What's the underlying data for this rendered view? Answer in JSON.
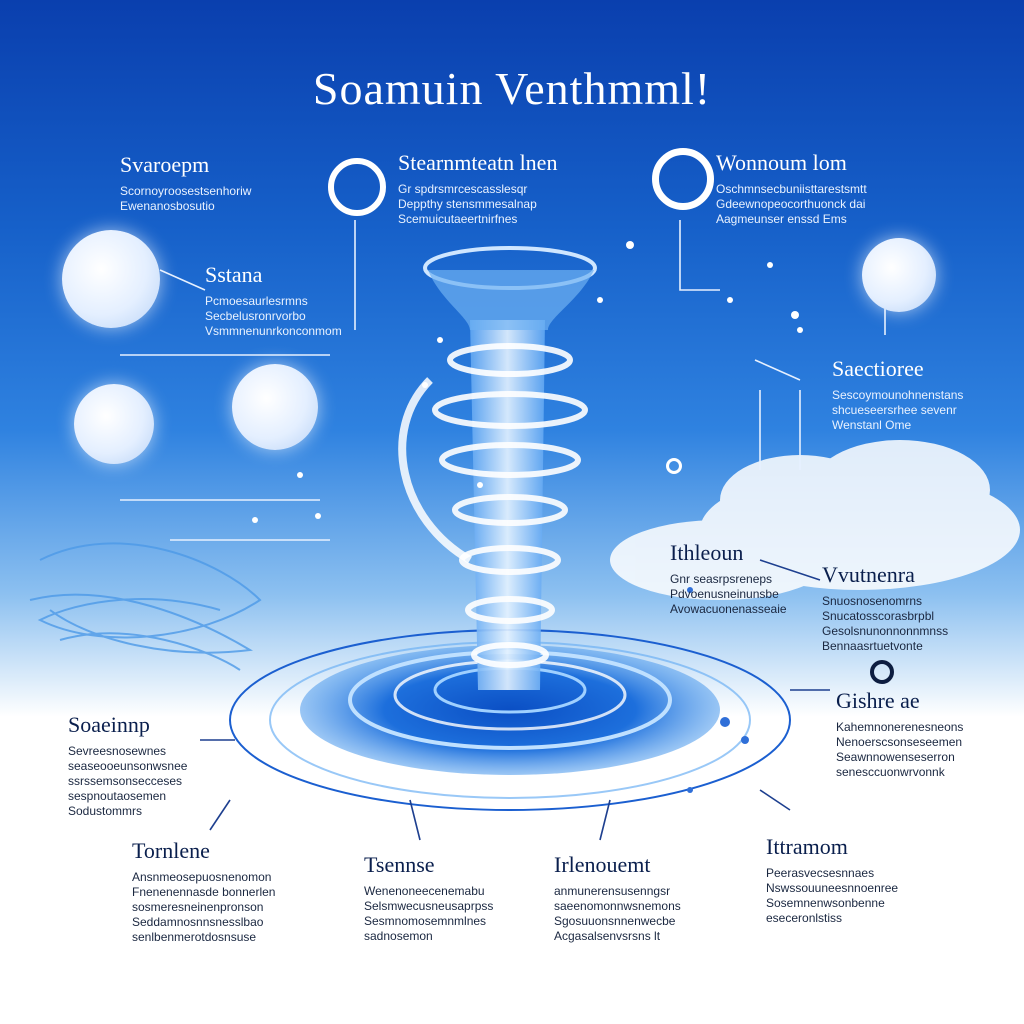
{
  "title": "Soamuin Venthmml!",
  "blocks": [
    {
      "id": "b1",
      "heading": "Svaroepm",
      "lines": [
        "Scornoyroosestsenhoriw",
        "Ewenanosbosutio"
      ]
    },
    {
      "id": "b2",
      "heading": "Stearnmteatn lnen",
      "lines": [
        "Gr spdrsmrcescasslesqr",
        "Deppthy stensmmesalnap",
        "Scemuicutaeertnirfnes"
      ]
    },
    {
      "id": "b3",
      "heading": "Wonnoum lom",
      "lines": [
        "Oschmnsecbuniisttarestsmtt",
        "Gdeewnopeocorthuonck dai",
        "Aagmeunser enssd Ems"
      ]
    },
    {
      "id": "b4",
      "heading": "Sstana",
      "lines": [
        "Pcmoesaurlesrmns",
        "Secbelusronrvorbo",
        "Vsmmnenunrkonconmom"
      ]
    },
    {
      "id": "b5",
      "heading": "Saectioree",
      "lines": [
        "Sescoymounohnenstans",
        "shcueseersrhee sevenr",
        "Wenstanl Ome"
      ]
    },
    {
      "id": "b6",
      "heading": "Ithleoun",
      "lines": [
        "Gnr seasrpsreneps",
        "Pdvoenusneinunsbe",
        "Avowacuonenasseaie"
      ]
    },
    {
      "id": "b7",
      "heading": "Vvutnenra",
      "lines": [
        "Snuosnosenomrns",
        "Snucatosscorasbrpbl",
        "Gesolsnunonnonnmnss",
        "Bennaasrtuetvonte"
      ]
    },
    {
      "id": "b8",
      "heading": "Soaeinnp",
      "lines": [
        "Sevreesnosewnes",
        "seaseooeunsonwsnee",
        "ssrssemsonsecceses",
        "sespnoutaosemen",
        "Sodustommrs"
      ]
    },
    {
      "id": "b9",
      "heading": "Gishre ae",
      "lines": [
        "Kahemnonerenesneons",
        "Nenoerscsonseseemen",
        "Seawnnowenseserron",
        "senesccuonwrvonnk"
      ]
    },
    {
      "id": "b10",
      "heading": "Tornlene",
      "lines": [
        "Ansnmeosepuosnenomon",
        "Fnenenennasde bonnerlen",
        "sosmeresneinenpronson",
        "Seddamnosnnsnesslbao",
        "senlbenmerotdosnsuse"
      ]
    },
    {
      "id": "b11",
      "heading": "Tsennse",
      "lines": [
        "Wenenoneecenemabu",
        "Selsmwecusneusaprpss",
        "Sesmnomosemnmlnes",
        "sadnosemon"
      ]
    },
    {
      "id": "b12",
      "heading": "Irlenouemt",
      "lines": [
        "anmunerensusenngsr",
        "saeenomonnwsnemons",
        "Sgosuuonsnnenwecbe",
        "Acgasalsenvsrsns lt"
      ]
    },
    {
      "id": "b13",
      "heading": "Ittramom",
      "lines": [
        "Peerasvecsesnnaes",
        "Nswssouuneesnnoenree",
        "Sosemnenwsonbenne",
        "eseceronlstiss"
      ]
    }
  ]
}
